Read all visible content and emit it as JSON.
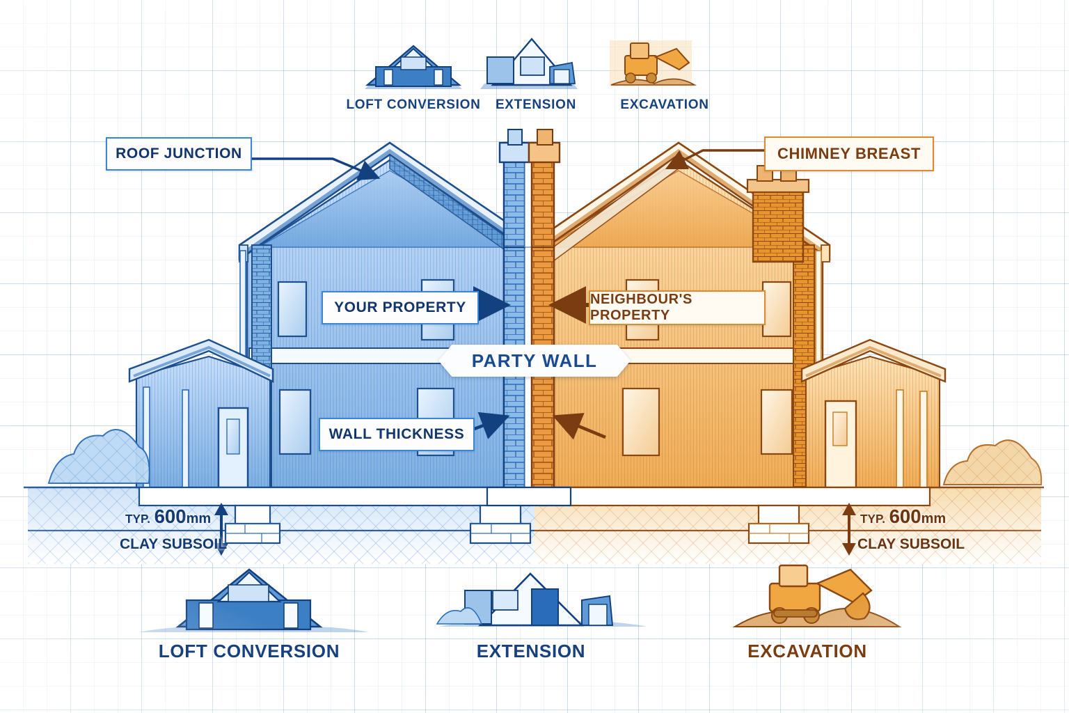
{
  "diagram": {
    "title": "Party Wall Section Diagram",
    "colors": {
      "blue_dark": "#13407e",
      "blue_mid": "#2e6fc0",
      "blue_light": "#9cc4ea",
      "orange_dark": "#7a3c10",
      "orange_mid": "#e08a2e",
      "orange_light": "#f6c98a",
      "paper": "#ffffff",
      "grid": "#6ea0d7"
    }
  },
  "top_icons": [
    {
      "label": "LOFT CONVERSION",
      "icon": "house-loft-conversion-icon",
      "tone": "blue"
    },
    {
      "label": "EXTENSION",
      "icon": "house-extension-icon",
      "tone": "blue"
    },
    {
      "label": "EXCAVATION",
      "icon": "excavator-icon",
      "tone": "orange"
    }
  ],
  "bottom_icons": [
    {
      "label": "LOFT CONVERSION",
      "icon": "house-loft-conversion-icon",
      "tone": "blue"
    },
    {
      "label": "EXTENSION",
      "icon": "house-extension-icon",
      "tone": "blue"
    },
    {
      "label": "EXCAVATION",
      "icon": "excavator-icon",
      "tone": "orange"
    }
  ],
  "callouts": {
    "roof_junction": "ROOF JUNCTION",
    "chimney_breast": "CHIMNEY BREAST",
    "your_property": "YOUR PROPERTY",
    "neighbours_property": "NEIGHBOUR'S PROPERTY",
    "wall_thickness": "WALL THICKNESS",
    "party_wall": "PARTY WALL"
  },
  "ground_notes": {
    "left": {
      "depth_prefix": "TYP.",
      "depth_value": "600",
      "depth_unit": "mm",
      "subsoil": "CLAY SUBSOIL"
    },
    "right": {
      "depth_prefix": "TYP.",
      "depth_value": "600",
      "depth_unit": "mm",
      "subsoil": "CLAY SUBSOIL"
    }
  }
}
